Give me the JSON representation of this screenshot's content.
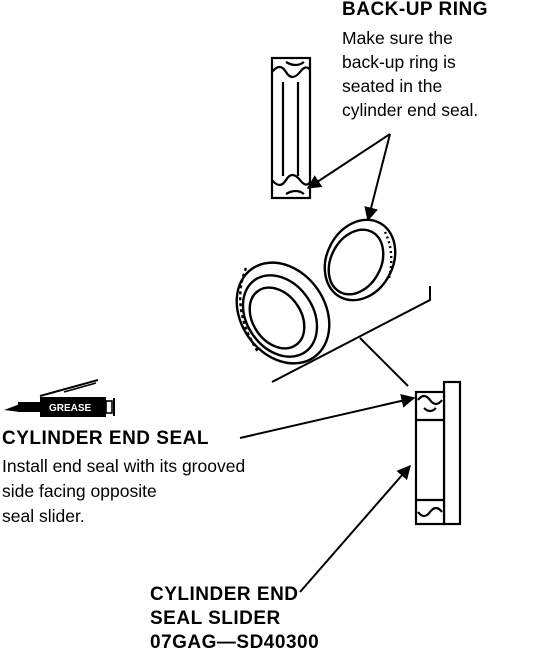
{
  "backup_ring": {
    "title": "BACK-UP RING",
    "note_lines": [
      "Make sure the",
      "back-up ring is",
      "seated in the",
      "cylinder end seal."
    ]
  },
  "grease_label": "GREASE",
  "end_seal": {
    "title": "CYLINDER END SEAL",
    "note_lines": [
      "Install end seal with its grooved",
      "side facing opposite",
      "seal slider."
    ]
  },
  "slider": {
    "title_lines": [
      "CYLINDER END",
      "SEAL SLIDER",
      "07GAG—SD40300"
    ]
  }
}
